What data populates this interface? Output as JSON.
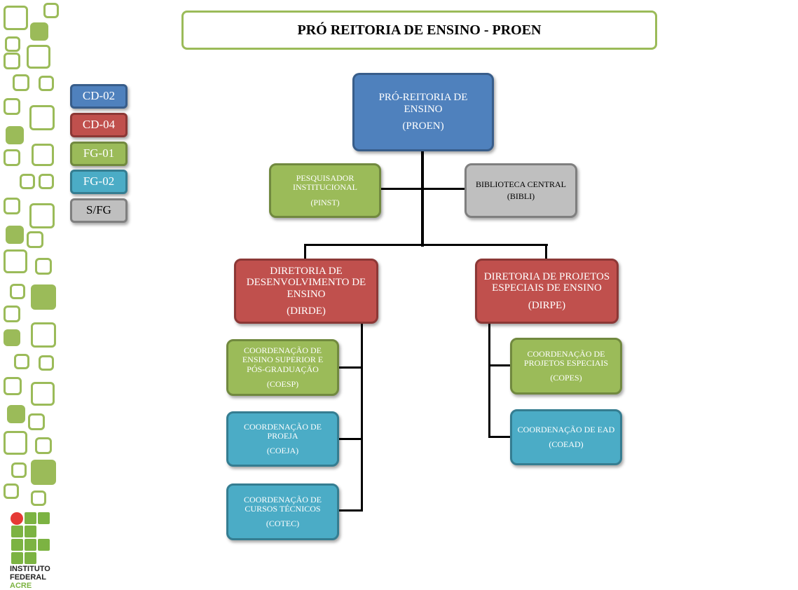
{
  "title": "PRÓ REITORIA DE ENSINO - PROEN",
  "legend": [
    {
      "label": "CD-02",
      "color": "#4f81bd"
    },
    {
      "label": "CD-04",
      "color": "#c0504d"
    },
    {
      "label": "FG-01",
      "color": "#9bbb59"
    },
    {
      "label": "FG-02",
      "color": "#4bacc6"
    },
    {
      "label": "S/FG",
      "color": "#bfbfbf"
    }
  ],
  "nodes": {
    "proen": {
      "name": "PRÓ-REITORIA DE ENSINO",
      "abbr": "(PROEN)"
    },
    "pinst": {
      "name": "PESQUISADOR INSTITUCIONAL",
      "abbr": "(PINST)"
    },
    "bibli": {
      "name": "BIBLIOTECA CENTRAL",
      "abbr": "(BIBLI)"
    },
    "dirde": {
      "name": "DIRETORIA DE DESENVOLVIMENTO DE ENSINO",
      "abbr": "(DIRDE)"
    },
    "dirpe": {
      "name": "DIRETORIA DE PROJETOS ESPECIAIS DE ENSINO",
      "abbr": "(DIRPE)"
    },
    "coesp": {
      "name": "COORDENAÇÃO DE ENSINO SUPERIOR E PÓS-GRADUAÇÃO",
      "abbr": "(COESP)"
    },
    "coeja": {
      "name": "COORDENAÇÃO DE PROEJA",
      "abbr": "(COEJA)"
    },
    "cotec": {
      "name": "COORDENAÇÃO DE CURSOS TÉCNICOS",
      "abbr": "(COTEC)"
    },
    "copes": {
      "name": "COORDENAÇÃO DE PROJETOS ESPECIAIS",
      "abbr": "(COPES)"
    },
    "coead": {
      "name": "COORDENAÇÃO DE EAD",
      "abbr": "(COEAD)"
    }
  },
  "logo": {
    "line1": "INSTITUTO",
    "line2": "FEDERAL",
    "line3": "ACRE"
  }
}
